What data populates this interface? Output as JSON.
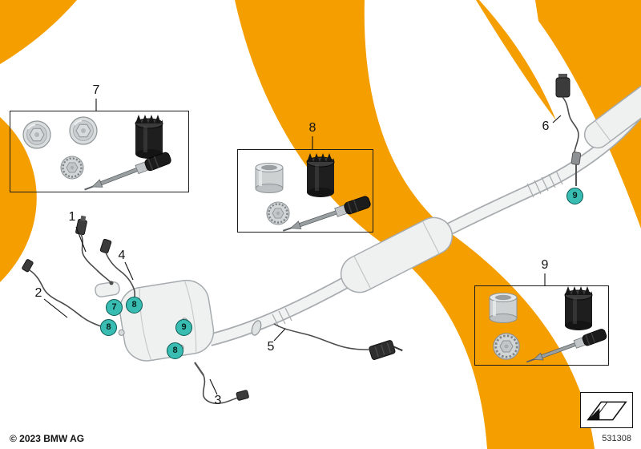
{
  "meta": {
    "copyright": "© 2023 BMW AG",
    "diagram_number": "531308"
  },
  "colors": {
    "accent_orange": "#F59E00",
    "callout_teal": "#39BCB1",
    "line_gray": "#A6ABAE"
  },
  "part_callouts": [
    {
      "label": "1"
    },
    {
      "label": "2"
    },
    {
      "label": "3"
    },
    {
      "label": "4"
    },
    {
      "label": "5"
    },
    {
      "label": "6"
    }
  ],
  "kits": [
    {
      "label": "7",
      "tools": [
        "sealing-plug",
        "sealing-plug",
        "screw-plug",
        "hole-saw",
        "sensor-install-tool"
      ]
    },
    {
      "label": "8",
      "tools": [
        "socket",
        "hole-saw",
        "screw-plug",
        "sensor-install-tool"
      ]
    },
    {
      "label": "9",
      "tools": [
        "socket",
        "hole-saw",
        "screw-plug",
        "sensor-install-tool"
      ]
    }
  ],
  "position_markers": [
    {
      "label": "7"
    },
    {
      "label": "8"
    },
    {
      "label": "8"
    },
    {
      "label": "9"
    },
    {
      "label": "8"
    },
    {
      "label": "9"
    }
  ],
  "icons": {
    "foldout": "foldout-page-icon"
  }
}
